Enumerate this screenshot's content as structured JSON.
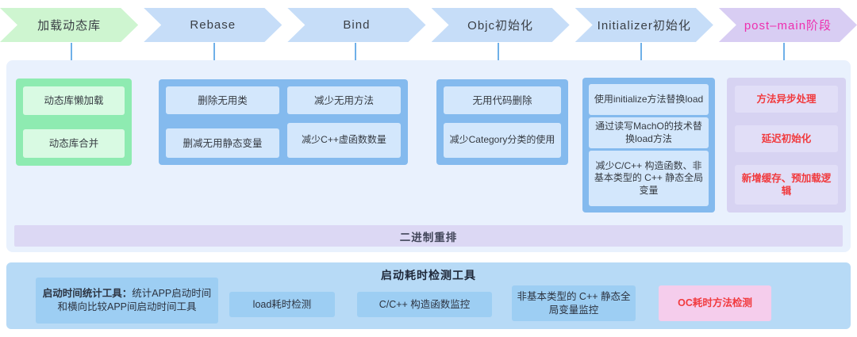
{
  "stages": [
    {
      "label": "加载动态库"
    },
    {
      "label": "Rebase"
    },
    {
      "label": "Bind"
    },
    {
      "label": "Objc初始化"
    },
    {
      "label": "Initializer初始化"
    },
    {
      "label": "post–main阶段"
    }
  ],
  "columns": {
    "dylib": {
      "items": [
        "动态库懒加载",
        "动态库合并"
      ]
    },
    "rebase_bind": {
      "left": [
        "删除无用类",
        "删减无用静态变量"
      ],
      "right": [
        "减少无用方法",
        "减少C++虚函数数量"
      ]
    },
    "objc": {
      "items": [
        "无用代码删除",
        "减少Category分类的使用"
      ]
    },
    "initializer": {
      "items": [
        "使用initialize方法替换load",
        "通过读写MachO的技术替换load方法",
        "减少C/C++ 构造函数、非基本类型的 C++ 静态全局变量"
      ]
    },
    "postmain": {
      "items": [
        "方法异步处理",
        "延迟初始化",
        "新增缓存、预加载逻辑"
      ]
    }
  },
  "binary_reorder": {
    "label": "二进制重排"
  },
  "tools": {
    "title": "启动耗时检测工具",
    "stat_tool": {
      "bold": "启动时间统计工具：",
      "rest": "统计APP启动时间和横向比较APP间启动时间工具"
    },
    "items": [
      "load耗时检测",
      "C/C++ 构造函数监控",
      "非基本类型的 C++ 静态全局变量监控"
    ],
    "oc_tool": "OC耗时方法检测"
  },
  "colors": {
    "stage_green": "#cef5d0",
    "stage_blue": "#c6ddf8",
    "stage_purple": "#d8cdf3",
    "stage_postmain_text": "#ee2fae",
    "connector_blue": "#6fb0e8",
    "mid_panel": "#e9f1fd",
    "container_blue": "#84baee",
    "container_blue_box": "#d3e7fc",
    "container_green": "#8eebb1",
    "container_green_box": "#d9fae3",
    "container_purple": "#d7d3f2",
    "container_purple_box": "#e1def7",
    "red_text": "#f13a3e",
    "reorder_bar": "#dcd8f4",
    "bottom_panel": "#b7daf6",
    "bottom_box": "#9dcef3",
    "oc_box_pink": "#f5cdec"
  }
}
